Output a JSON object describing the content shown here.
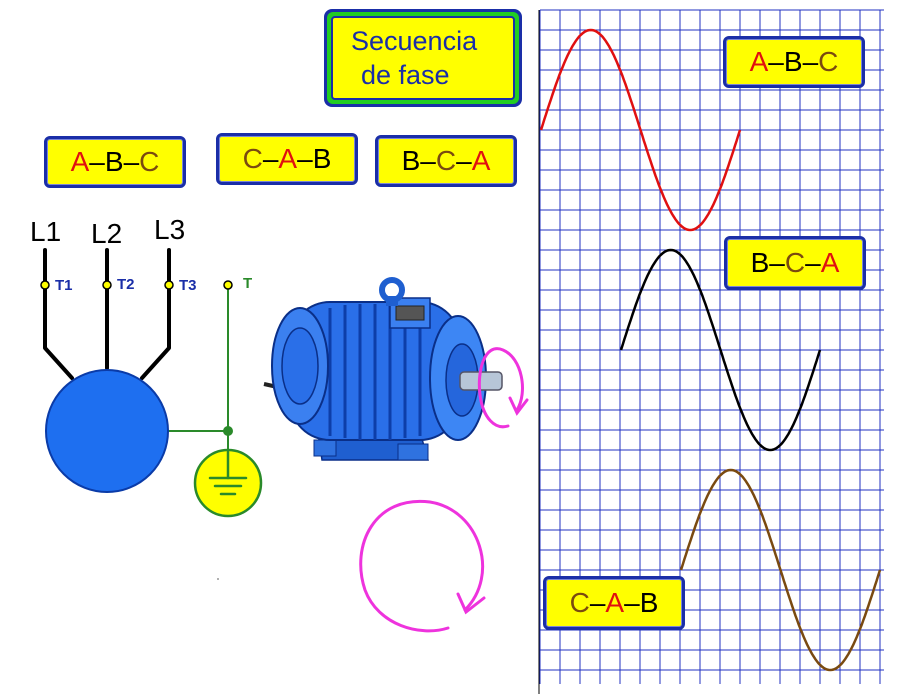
{
  "title": {
    "line1": "Secuencia",
    "line2": "de fase"
  },
  "seq_left": [
    {
      "text": "A",
      "color": "#e01010"
    },
    {
      "text": " – ",
      "color": "#000000"
    },
    {
      "text": "B",
      "color": "#000000"
    },
    {
      "text": " – ",
      "color": "#000000"
    },
    {
      "text": "C",
      "color": "#7a4a10"
    }
  ],
  "seq_mid": [
    {
      "text": "C",
      "color": "#7a4a10"
    },
    {
      "text": "–",
      "color": "#000000"
    },
    {
      "text": "A",
      "color": "#e01010"
    },
    {
      "text": " – ",
      "color": "#000000"
    },
    {
      "text": "B",
      "color": "#000000"
    }
  ],
  "seq_right": [
    {
      "text": "B",
      "color": "#000000"
    },
    {
      "text": " – ",
      "color": "#000000"
    },
    {
      "text": "C",
      "color": "#7a4a10"
    },
    {
      "text": "–",
      "color": "#000000"
    },
    {
      "text": "A",
      "color": "#e01010"
    }
  ],
  "graph_seq_abc": [
    {
      "text": "A",
      "color": "#e01010"
    },
    {
      "text": " – ",
      "color": "#000000"
    },
    {
      "text": "B",
      "color": "#000000"
    },
    {
      "text": " – ",
      "color": "#000000"
    },
    {
      "text": "C",
      "color": "#7a4a10"
    }
  ],
  "graph_seq_bca": [
    {
      "text": "B",
      "color": "#000000"
    },
    {
      "text": " – ",
      "color": "#000000"
    },
    {
      "text": "C",
      "color": "#7a4a10"
    },
    {
      "text": "–",
      "color": "#000000"
    },
    {
      "text": "A",
      "color": "#e01010"
    }
  ],
  "graph_seq_cab": [
    {
      "text": "C",
      "color": "#7a4a10"
    },
    {
      "text": "–",
      "color": "#000000"
    },
    {
      "text": "A",
      "color": "#e01010"
    },
    {
      "text": " – ",
      "color": "#000000"
    },
    {
      "text": "B",
      "color": "#000000"
    }
  ],
  "lines": {
    "l1": "L1",
    "l2": "L2",
    "l3": "L3"
  },
  "terminals": {
    "t1": "T1",
    "t2": "T2",
    "t3": "T3",
    "t": "T"
  },
  "colors": {
    "phase_a": "#e01010",
    "phase_b": "#000000",
    "phase_c": "#7a4a10",
    "grid": "#2030c0",
    "motor": "#1e6ff0",
    "ground_fill": "#ffff00",
    "ground_wire": "#2a8a2a",
    "rotation_arrow": "#ee33dd",
    "terminal_label": "#1a2ea8"
  }
}
